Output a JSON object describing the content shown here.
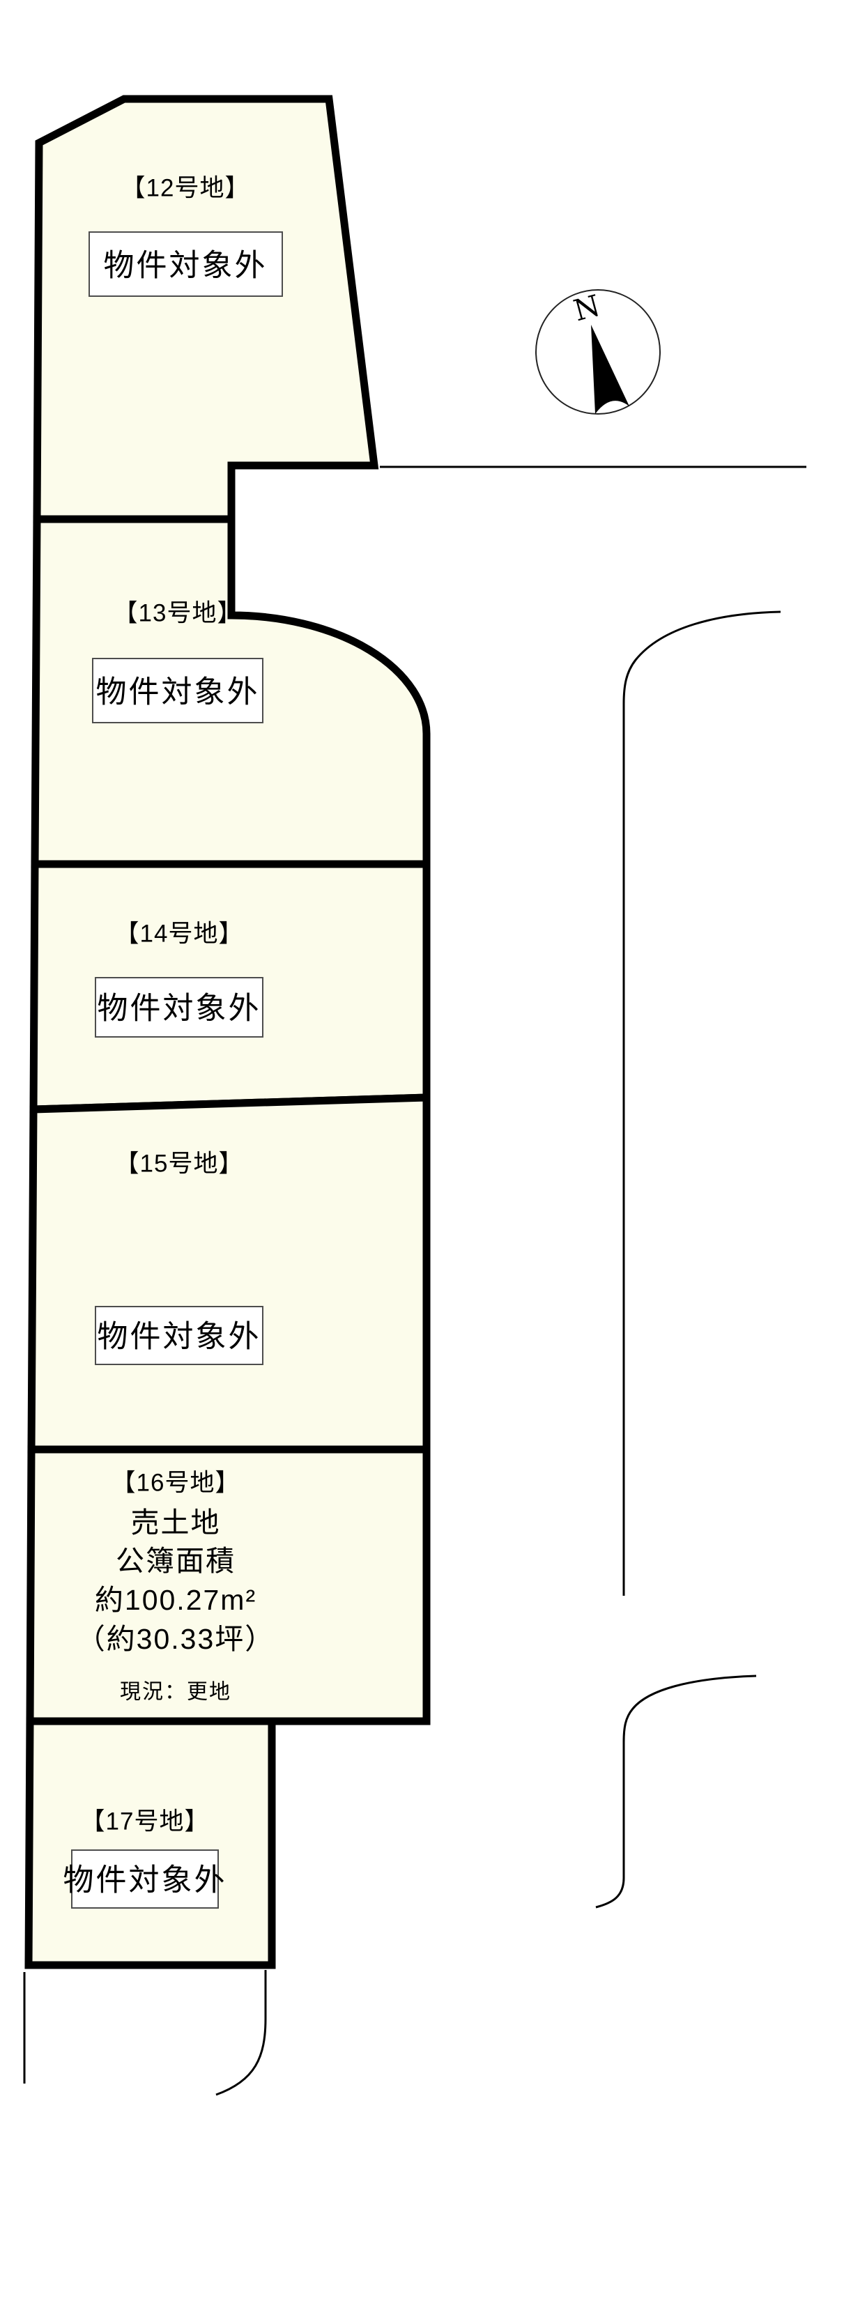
{
  "compass": {
    "north_label": "N"
  },
  "parcels": [
    {
      "id": "12",
      "name": "【12号地】",
      "status": "物件対象外"
    },
    {
      "id": "13",
      "name": "【13号地】",
      "status": "物件対象外"
    },
    {
      "id": "14",
      "name": "【14号地】",
      "status": "物件対象外"
    },
    {
      "id": "15",
      "name": "【15号地】",
      "status": "物件対象外"
    },
    {
      "id": "16",
      "name": "【16号地】",
      "sale_type": "売土地",
      "area_title": "公簿面積",
      "area_m2": "約100.27m²",
      "area_tsubo": "（約30.33坪）",
      "current_state": "現況：更地"
    },
    {
      "id": "17",
      "name": "【17号地】",
      "status": "物件対象外"
    }
  ],
  "colors": {
    "parcel_fill": "#fcfceb",
    "outline": "#000000",
    "background": "#ffffff",
    "label_box_border": "#4d4d4d"
  }
}
